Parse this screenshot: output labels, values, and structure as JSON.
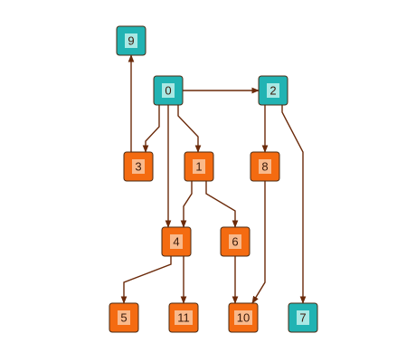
{
  "colors": {
    "teal_fill": "#21b3b3",
    "teal_inner": "#a9e8e4",
    "orange_fill": "#f46b11",
    "orange_inner": "#f9b98b",
    "node_border": "#4a2a12",
    "edge": "#6b2a0a"
  },
  "nodes": [
    {
      "id": "0",
      "label": "0",
      "kind": "teal"
    },
    {
      "id": "1",
      "label": "1",
      "kind": "orange"
    },
    {
      "id": "2",
      "label": "2",
      "kind": "teal"
    },
    {
      "id": "3",
      "label": "3",
      "kind": "orange"
    },
    {
      "id": "4",
      "label": "4",
      "kind": "orange"
    },
    {
      "id": "5",
      "label": "5",
      "kind": "orange"
    },
    {
      "id": "6",
      "label": "6",
      "kind": "orange"
    },
    {
      "id": "7",
      "label": "7",
      "kind": "teal"
    },
    {
      "id": "8",
      "label": "8",
      "kind": "orange"
    },
    {
      "id": "9",
      "label": "9",
      "kind": "teal"
    },
    {
      "id": "10",
      "label": "10",
      "kind": "orange"
    },
    {
      "id": "11",
      "label": "11",
      "kind": "orange"
    }
  ],
  "edges": [
    {
      "from": "0",
      "to": "2"
    },
    {
      "from": "0",
      "to": "3"
    },
    {
      "from": "0",
      "to": "1"
    },
    {
      "from": "0",
      "to": "4"
    },
    {
      "from": "3",
      "to": "9"
    },
    {
      "from": "1",
      "to": "4"
    },
    {
      "from": "1",
      "to": "6"
    },
    {
      "from": "2",
      "to": "8"
    },
    {
      "from": "2",
      "to": "7"
    },
    {
      "from": "8",
      "to": "10"
    },
    {
      "from": "4",
      "to": "5"
    },
    {
      "from": "4",
      "to": "11"
    },
    {
      "from": "6",
      "to": "10"
    }
  ]
}
